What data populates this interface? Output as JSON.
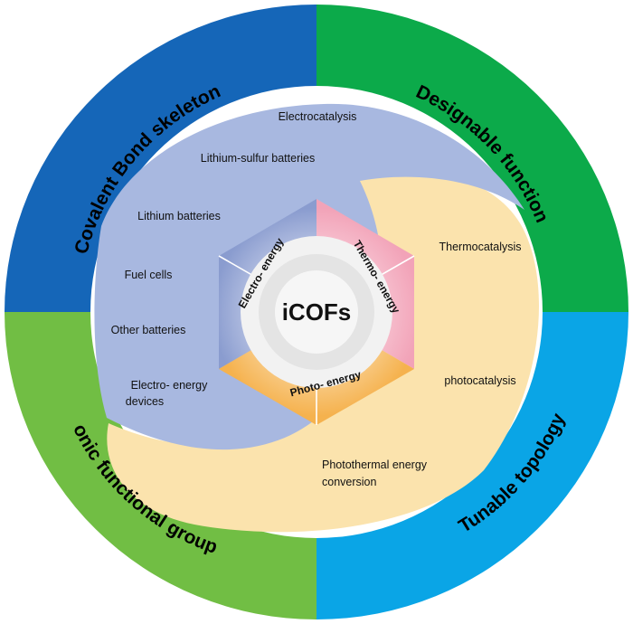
{
  "center": {
    "title": "iCOFs"
  },
  "outer_ring": {
    "top_left": {
      "label": "Covalent Bond skeleton",
      "color": "#1566b8"
    },
    "top_right": {
      "label": "Designable function",
      "color": "#0caa4a"
    },
    "bottom_left": {
      "label": "Ionic functional groups",
      "color": "#71be44"
    },
    "bottom_right": {
      "label": "Tunable topology",
      "color": "#0aa5e6"
    }
  },
  "hexagon": {
    "electro": {
      "label": "Electro- energy",
      "color": "#8e9fd3"
    },
    "thermo": {
      "label": "Thermo- energy",
      "color": "#f2a7bb"
    },
    "photo": {
      "label": "Photo- energy",
      "color": "#f5b95a"
    }
  },
  "regions": {
    "electro_color": "#a8b8e0",
    "thermo_photo_color": "#fbe3ad"
  },
  "applications": {
    "electrocatalysis": "Electrocatalysis",
    "lithium_sulfur": "Lithium-sulfur batteries",
    "lithium": "Lithium batteries",
    "fuel_cells": "Fuel cells",
    "other_batteries": "Other batteries",
    "electro_devices_line1": "Electro- energy",
    "electro_devices_line2": "devices",
    "thermocatalysis": "Thermocatalysis",
    "photocatalysis": "photocatalysis",
    "photothermal_line1": "Photothermal energy",
    "photothermal_line2": "conversion"
  }
}
